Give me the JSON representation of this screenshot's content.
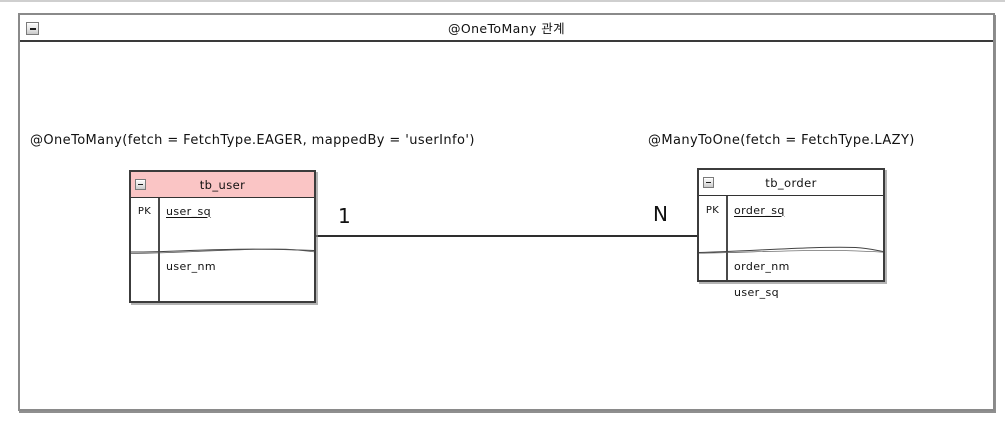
{
  "frame": {
    "title": "@OneToMany 관계",
    "collapse_icon": "minus-collapse-icon"
  },
  "annotations": {
    "left": "@OneToMany(fetch = FetchType.EAGER, mappedBy = 'userInfo')",
    "right": "@ManyToOne(fetch = FetchType.LAZY)"
  },
  "relationship": {
    "one_label": "1",
    "many_label": "N"
  },
  "colors": {
    "user_header_pink": "#FAC5C5",
    "order_header_white": "#FFFFFF",
    "line_dark": "#2E2E2E"
  },
  "tables": [
    {
      "title": "tb_user",
      "collapse_icon": "minus-collapse-icon",
      "columns": [
        {
          "key": "PK",
          "name": "user_sq",
          "is_pk": true
        },
        {
          "key": "",
          "name": "user_nm",
          "is_pk": false
        }
      ]
    },
    {
      "title": "tb_order",
      "collapse_icon": "minus-collapse-icon",
      "columns": [
        {
          "key": "PK",
          "name": "order_sq",
          "is_pk": true
        },
        {
          "key": "",
          "name": "order_nm",
          "is_pk": false
        },
        {
          "key": "",
          "name": "user_sq",
          "is_pk": false
        }
      ]
    }
  ]
}
